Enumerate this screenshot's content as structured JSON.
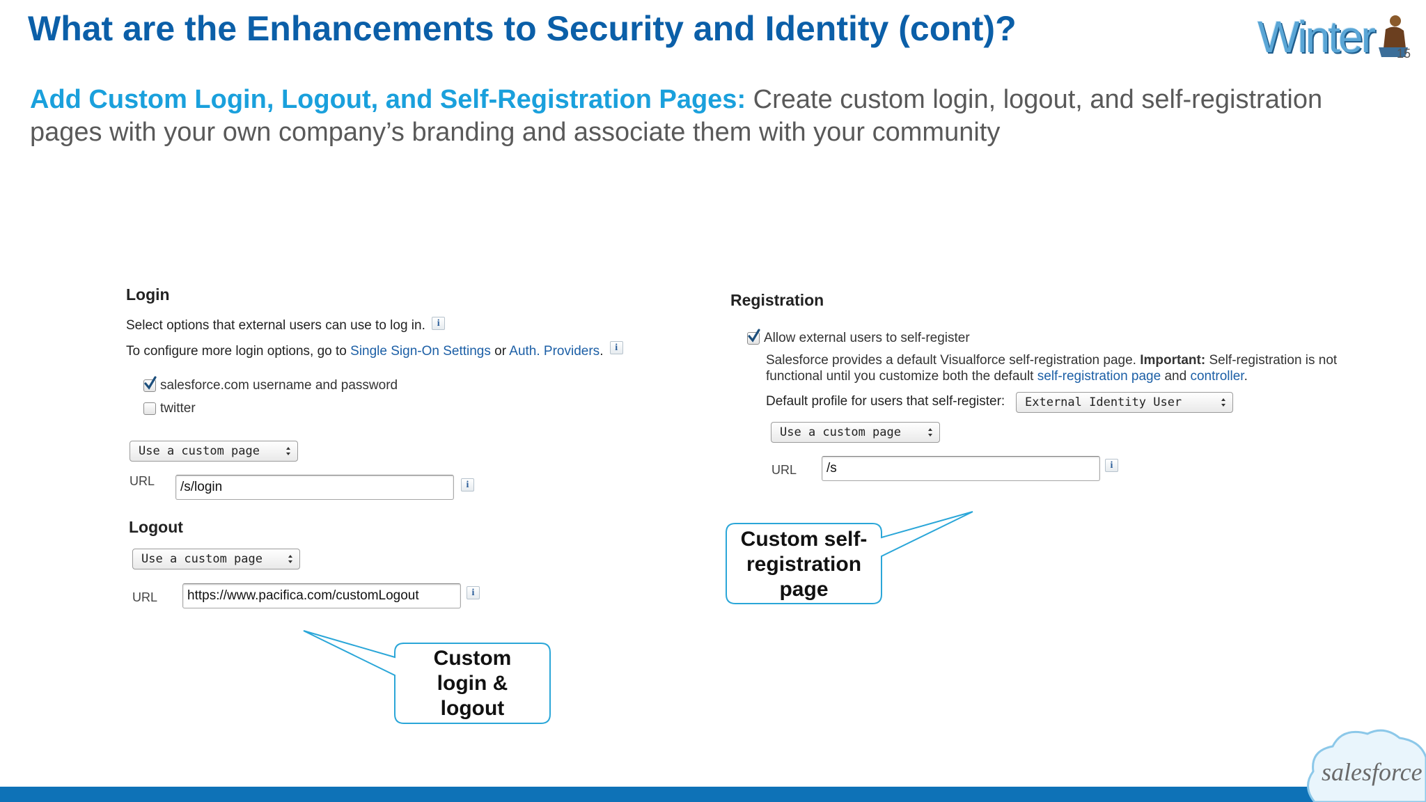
{
  "slide": {
    "title": "What are the Enhancements to Security and Identity (cont)?",
    "subtitle_highlight": "Add Custom Login, Logout, and Self-Registration Pages:",
    "subtitle_text": " Create custom login, logout, and self-registration pages with your own company’s branding and associate them with your community",
    "release_logo": "Winter",
    "release_year": "15",
    "footer_logo": "salesforce"
  },
  "login": {
    "heading": "Login",
    "intro": "Select options that external users can use to log in.",
    "configure_prefix": "To configure more login options, go to ",
    "sso_link": "Single Sign-On Settings",
    "configure_mid": " or ",
    "auth_link": "Auth. Providers",
    "configure_suffix": ".",
    "options": [
      {
        "label": "salesforce.com username and password",
        "checked": true
      },
      {
        "label": "twitter",
        "checked": false
      }
    ],
    "page_select": "Use a custom page",
    "url_label": "URL",
    "url_value": "/s/login"
  },
  "logout": {
    "heading": "Logout",
    "page_select": "Use a custom page",
    "url_label": "URL",
    "url_value": "https://www.pacifica.com/customLogout"
  },
  "registration": {
    "heading": "Registration",
    "allow_label": "Allow external users to self-register",
    "allow_checked": true,
    "desc_part1": "Salesforce provides a default Visualforce self-registration page. ",
    "desc_important": "Important:",
    "desc_part2": " Self-registration is not functional until you customize both the default ",
    "desc_link1": "self-registration page",
    "desc_and": " and ",
    "desc_link2": "controller",
    "desc_end": ".",
    "profile_label": "Default profile for users that self-register:",
    "profile_value": "External Identity User",
    "page_select": "Use a custom page",
    "url_label": "URL",
    "url_value": "/s"
  },
  "info_glyph": "i",
  "callouts": {
    "self_registration": [
      "Custom self-",
      "registration",
      "page"
    ],
    "login_logout": [
      "Custom",
      "login &",
      "logout"
    ]
  },
  "colors": {
    "title": "#0b5fa8",
    "highlight": "#1aa0dc",
    "link": "#1c5fa6",
    "callout_border": "#2aa6d8",
    "bottom_bar": "#0e72b7"
  }
}
